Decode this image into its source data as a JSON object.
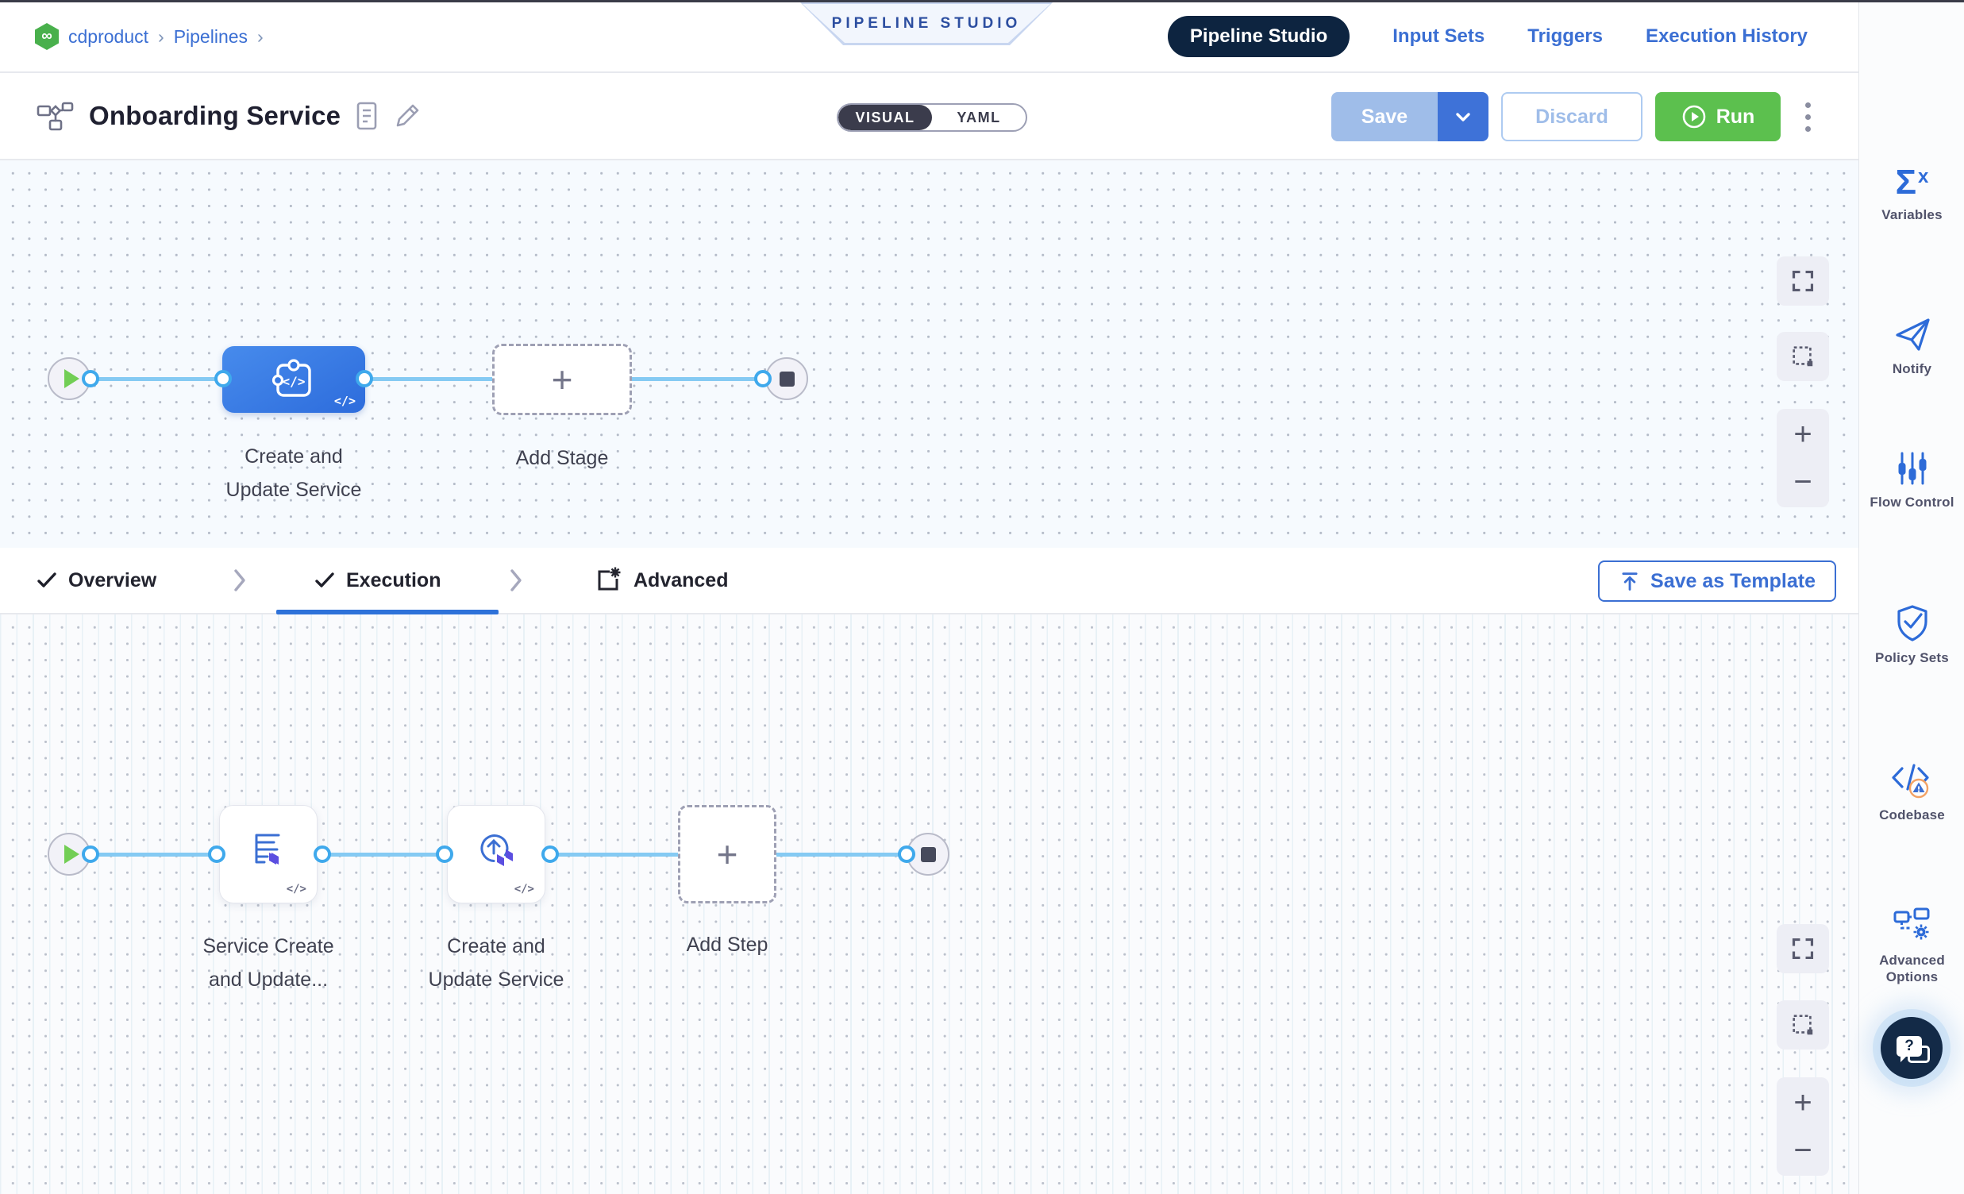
{
  "breadcrumb": {
    "items": [
      {
        "label": "cdproduct"
      },
      {
        "label": "Pipelines"
      }
    ],
    "separator": "›"
  },
  "studio_badge": "PIPELINE STUDIO",
  "top_nav": {
    "tabs": [
      {
        "label": "Pipeline Studio",
        "active": true
      },
      {
        "label": "Input Sets",
        "active": false
      },
      {
        "label": "Triggers",
        "active": false
      },
      {
        "label": "Execution History",
        "active": false
      }
    ]
  },
  "toolbar": {
    "title": "Onboarding Service",
    "visual_label": "VISUAL",
    "yaml_label": "YAML",
    "save_label": "Save",
    "discard_label": "Discard",
    "run_label": "Run"
  },
  "stage_canvas": {
    "stage_label_line1": "Create and",
    "stage_label_line2": "Update Service",
    "add_stage_label": "Add Stage"
  },
  "stage_tabs": {
    "overview_label": "Overview",
    "execution_label": "Execution",
    "advanced_label": "Advanced",
    "save_as_template_label": "Save as Template"
  },
  "step_canvas": {
    "step1_label_line1": "Service Create",
    "step1_label_line2": "and Update...",
    "step2_label_line1": "Create and",
    "step2_label_line2": "Update Service",
    "add_step_label": "Add Step"
  },
  "sidebar": {
    "items": [
      {
        "label": "Variables"
      },
      {
        "label": "Notify"
      },
      {
        "label": "Flow Control"
      },
      {
        "label": "Policy Sets"
      },
      {
        "label": "Codebase"
      },
      {
        "label": "Advanced Options"
      }
    ]
  },
  "icons": {
    "plus": "+",
    "minus": "−",
    "code_glyph": "</>",
    "infinity": "∞",
    "sigma": "Σ",
    "cross": "x",
    "question": "?"
  },
  "colors": {
    "primary_blue": "#3B6FD3",
    "navy_pill": "#0D2440",
    "run_green": "#5CC04E",
    "edge_blue": "#85CAF3",
    "disabled_blue": "#9FBDE9",
    "stage_node_blue": "#3679E3",
    "terraform_purple": "#5B4EE0"
  }
}
